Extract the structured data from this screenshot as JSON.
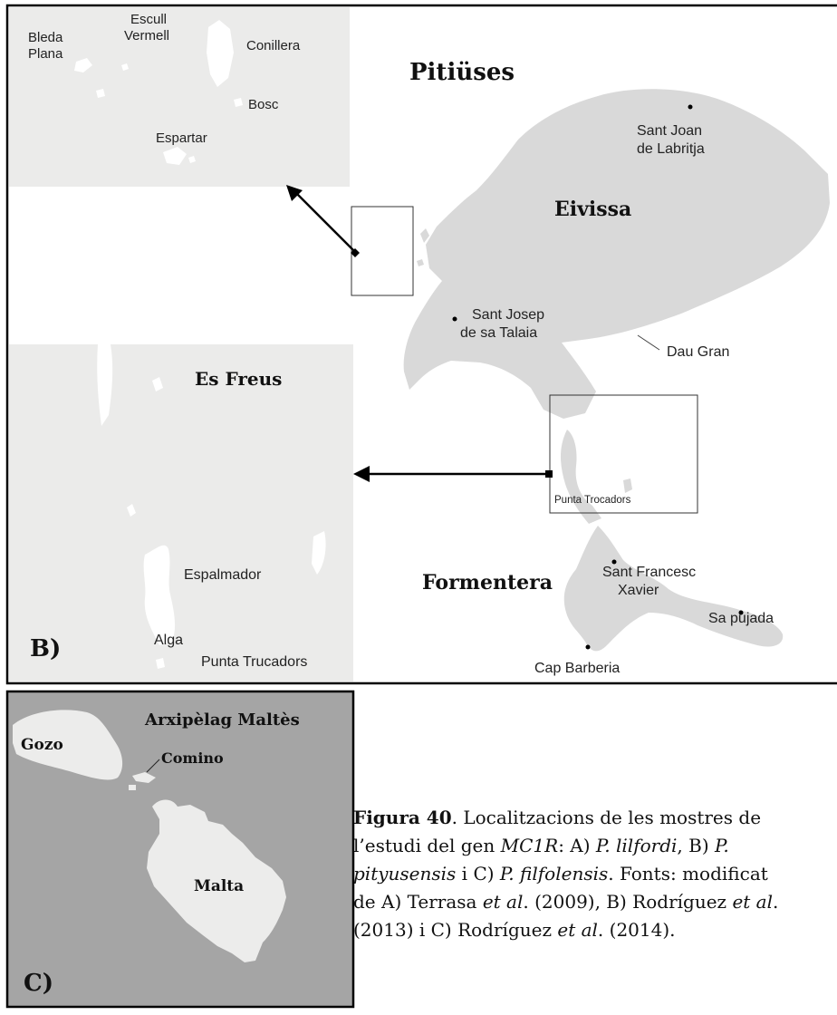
{
  "pityuses_map": {
    "title": "Pitiüses",
    "islands": {
      "eivissa": "Eivissa",
      "formentera": "Formentera"
    },
    "places": {
      "sant_joan_1": "Sant Joan",
      "sant_joan_2": "de Labritja",
      "sant_josep_1": "Sant Josep",
      "sant_josep_2": "de sa Talaia",
      "dau_gran": "Dau Gran",
      "punta_trocadors": "Punta Trocadors",
      "sant_francesc_1": "Sant Francesc",
      "sant_francesc_2": "Xavier",
      "sa_pujada": "Sa pujada",
      "cap_barberia": "Cap Barberia"
    }
  },
  "inset_islets": {
    "bleda_1": "Bleda",
    "bleda_2": "Plana",
    "escull_1": "Escull",
    "escull_2": "Vermell",
    "conillera": "Conillera",
    "bosc": "Bosc",
    "espartar": "Espartar"
  },
  "inset_freus": {
    "title": "Es Freus",
    "espalmador": "Espalmador",
    "alga": "Alga",
    "punta_trucadors": "Punta Trucadors",
    "panel_label": "B)"
  },
  "malta_map": {
    "title": "Arxipèlag Maltès",
    "gozo": "Gozo",
    "comino": "Comino",
    "malta": "Malta",
    "panel_label": "C)"
  },
  "caption": {
    "figure_label": "Figura 40",
    "t1": ". Localitzacions de les mostres de",
    "t2": "l’estudi del gen ",
    "gene": "MC1R",
    "t3": ": A) ",
    "sp1": "P. lilfordi",
    "t4": ", B) ",
    "sp2a": "P.",
    "sp2b": "pityusensis",
    "t5": " i C)  ",
    "sp3": "P. filfolensis",
    "t6": ". Fonts: modificat",
    "t7": "de A) Terrasa ",
    "etal1": "et al",
    "t8": ". (2009), B) Rodríguez ",
    "etal2": "et al",
    "t9": ".",
    "t10": "(2013) i C) Rodríguez ",
    "etal3": "et al",
    "t11": ". (2014)."
  },
  "colors": {
    "land_light": "#d9d9d9",
    "sea_light": "#ffffff",
    "inset_bg": "#ebebea",
    "malta_sea": "#a5a5a5",
    "malta_land": "#ececeb",
    "frame": "#000000"
  }
}
